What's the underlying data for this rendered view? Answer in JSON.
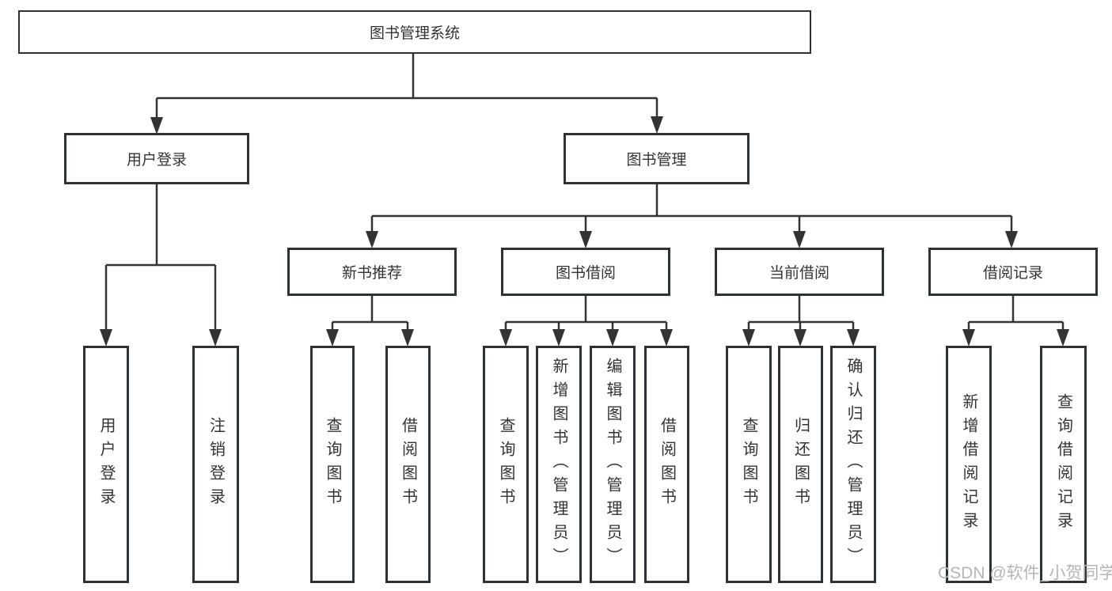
{
  "nodes": {
    "root": "图书管理系统",
    "login": "用户登录",
    "mgmt": "图书管理",
    "newbook": "新书推荐",
    "borrow": "图书借阅",
    "current": "当前借阅",
    "records": "借阅记录",
    "login_user": "用户登录",
    "login_logout": "注销登录",
    "newbook_query": "查询图书",
    "newbook_borrow": "借阅图书",
    "borrow_query": "查询图书",
    "borrow_add": "新增图书（管理员）",
    "borrow_edit": "编辑图书（管理员）",
    "borrow_lend": "借阅图书",
    "current_query": "查询图书",
    "current_return": "归还图书",
    "current_confirm": "确认归还（管理员）",
    "records_add": "新增借阅记录",
    "records_query": "查询借阅记录"
  },
  "watermark": {
    "text": "CSDN @软件_小贺同学"
  },
  "colors": {
    "line": "#333333",
    "box_border": "#2f3235",
    "text": "#333333",
    "watermark": "#b5b5b5",
    "background": "#ffffff"
  }
}
